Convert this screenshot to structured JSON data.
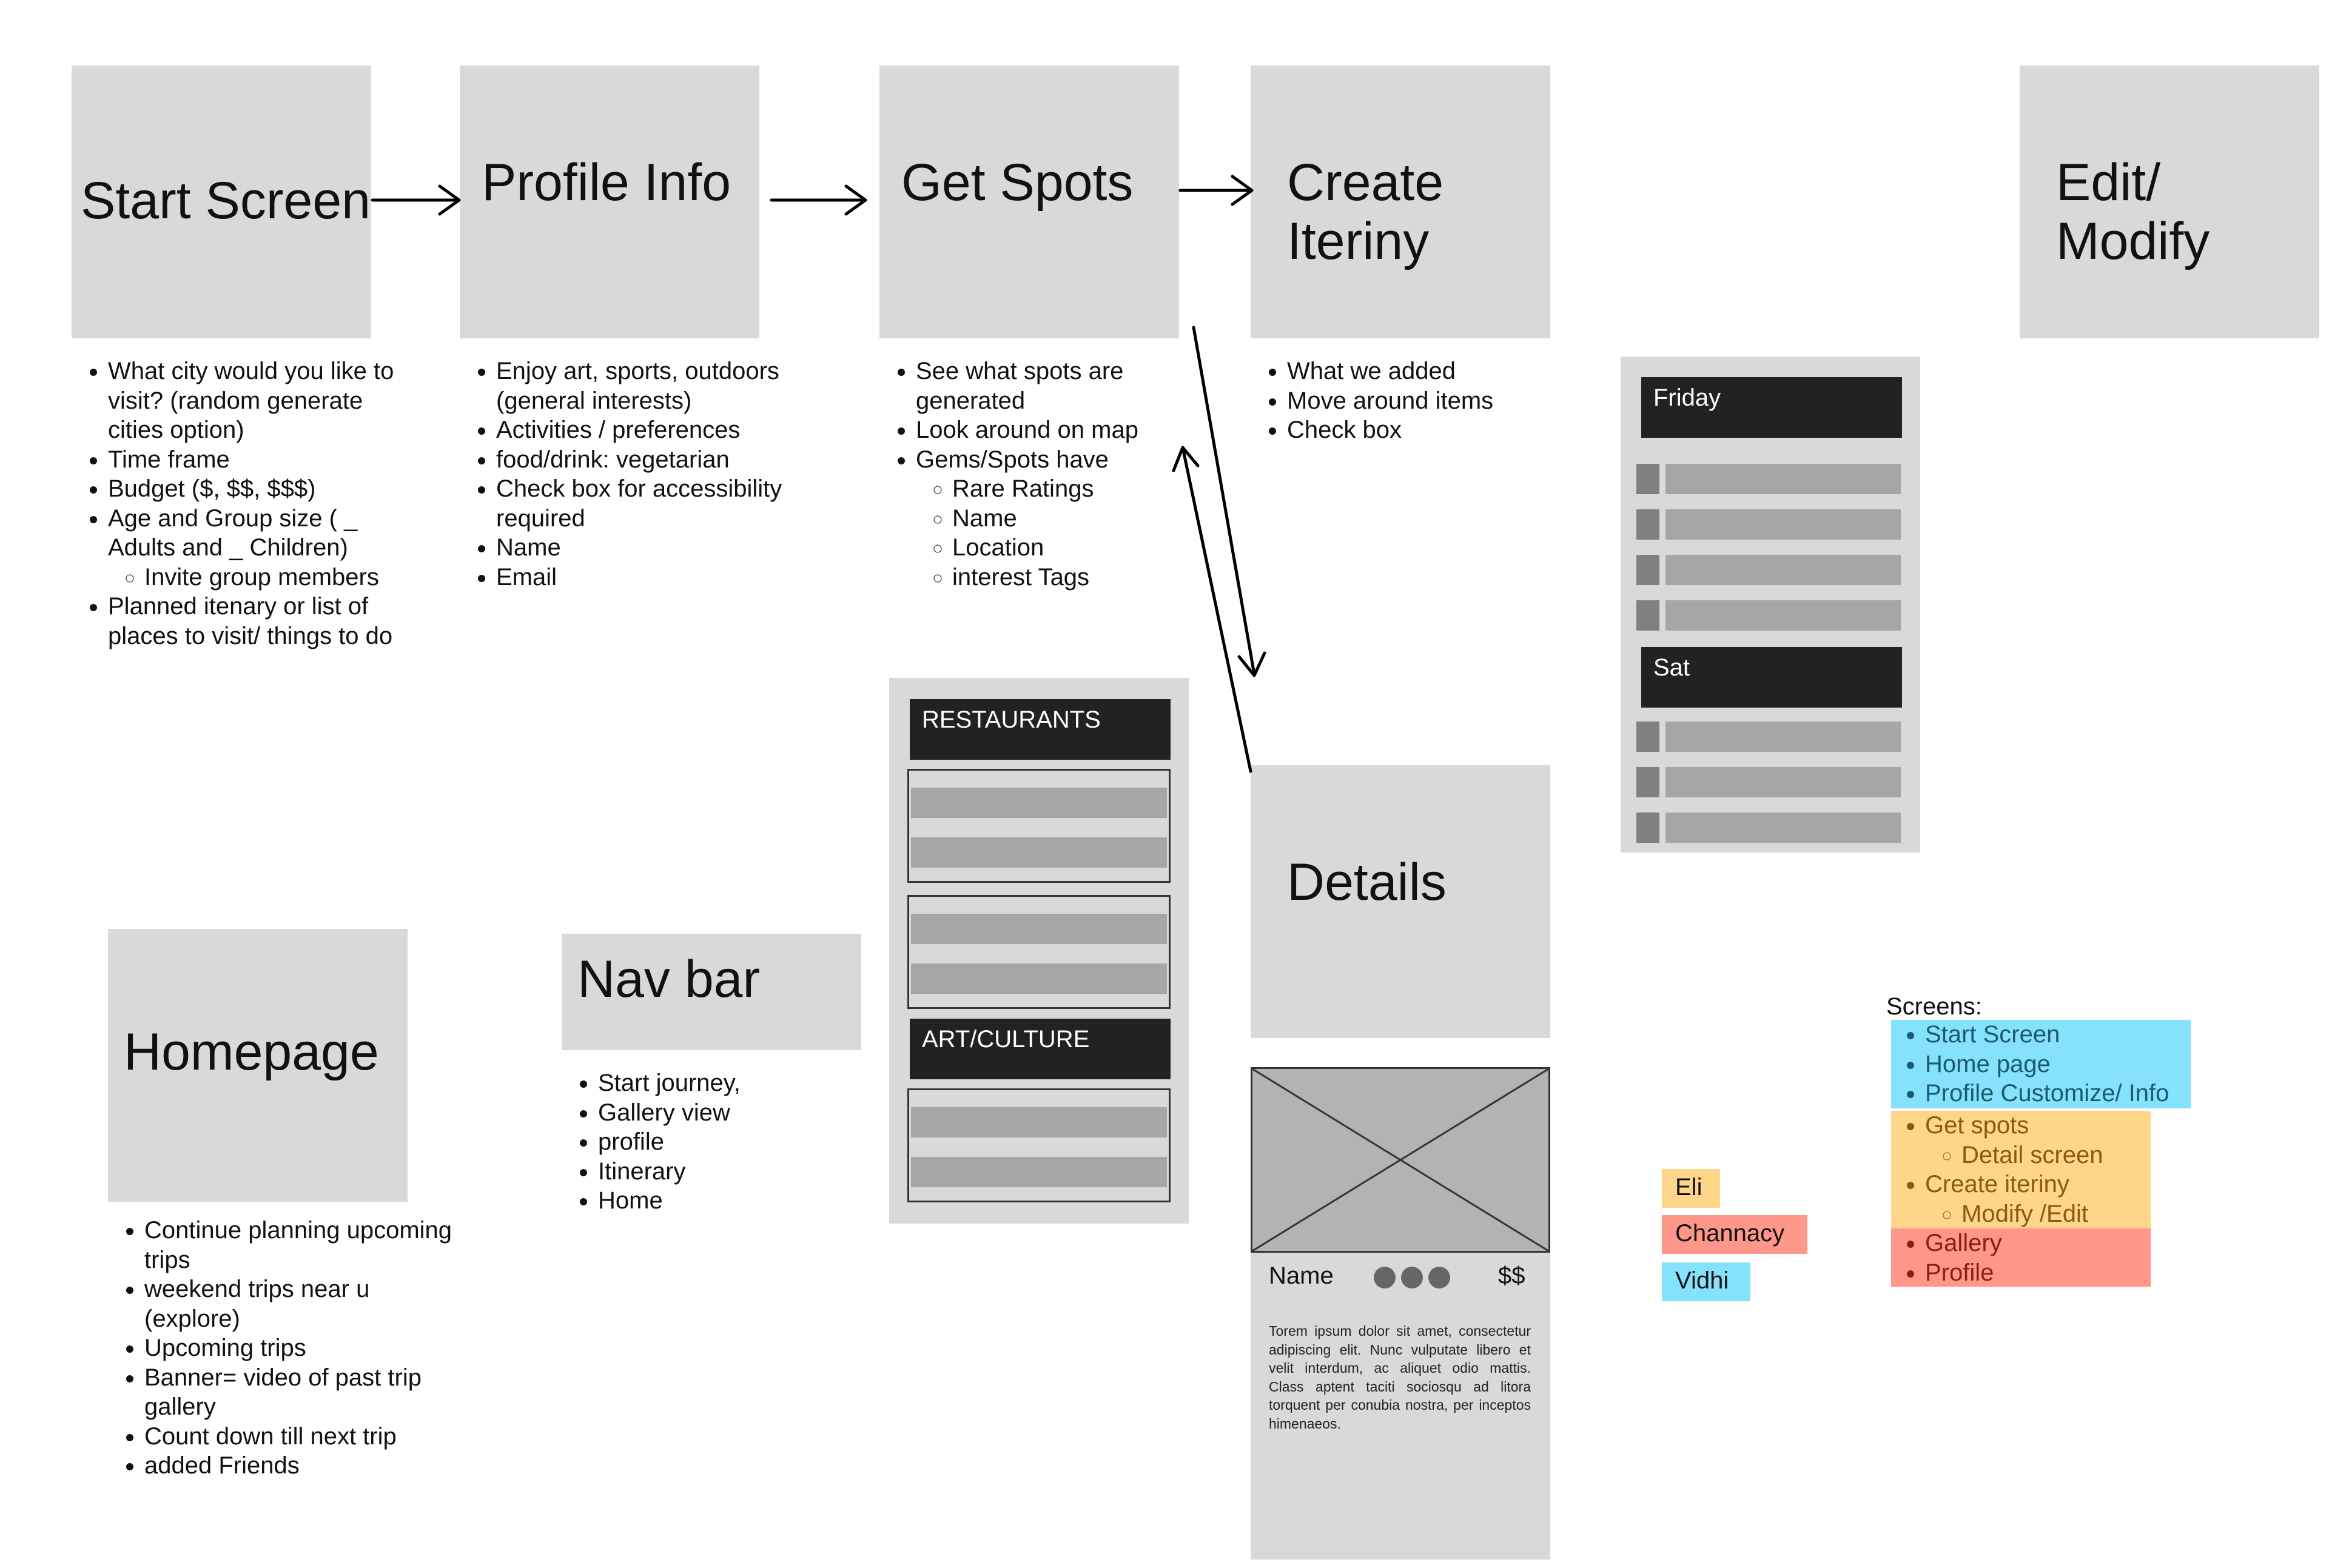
{
  "screens": {
    "start": {
      "title": "Start Screen",
      "notes": [
        "What city would you like to visit? (random generate cities option)",
        "Time frame",
        "Budget ($, $$, $$$)",
        "Age and Group size ( _ Adults and _ Children)"
      ],
      "sub_notes": [
        "Invite group members"
      ],
      "notes_after": [
        "Planned itenary or list of places to visit/ things to do"
      ]
    },
    "profile": {
      "title": "Profile Info",
      "notes": [
        "Enjoy art, sports, outdoors (general interests)",
        "Activities / preferences",
        "food/drink: vegetarian",
        "Check box for accessibility required",
        "Name",
        "Email"
      ]
    },
    "spots": {
      "title": "Get Spots",
      "notes": [
        "See what spots are generated",
        "Look around on map",
        "Gems/Spots have"
      ],
      "sub_notes": [
        "Rare Ratings",
        "Name",
        "Location",
        "interest  Tags"
      ]
    },
    "create": {
      "title": "Create\nIteriny",
      "notes": [
        "What we added",
        "Move around items",
        "Check box"
      ]
    },
    "edit": {
      "title": "Edit/\nModify"
    },
    "details": {
      "title": "Details"
    },
    "homepage": {
      "title": "Homepage",
      "notes": [
        "Continue planning upcoming trips",
        "weekend trips near u (explore)",
        "Upcoming trips",
        "Banner= video of past trip gallery",
        "Count down till next trip",
        "added Friends"
      ]
    },
    "navbar": {
      "title": "Nav bar",
      "notes": [
        "Start journey,",
        "Gallery view",
        "profile",
        "Itinerary",
        "Home"
      ]
    }
  },
  "itinerary_wireframe": {
    "day1": "Friday",
    "day2": "Sat"
  },
  "spots_wireframe": {
    "category1": "RESTAURANTS",
    "category2": "ART/CULTURE"
  },
  "detail_wireframe": {
    "name_label": "Name",
    "price_label": "$$",
    "lorem": "Torem ipsum dolor sit amet, consectetur adipiscing elit. Nunc vulputate libero et velit interdum, ac aliquet odio mattis. Class aptent taciti sociosqu ad litora torquent per conubia nostra, per inceptos himenaeos."
  },
  "team": [
    {
      "name": "Eli",
      "color": "#ffd58a"
    },
    {
      "name": "Channacy",
      "color": "#ff968a"
    },
    {
      "name": "Vidhi",
      "color": "#84e2fd"
    }
  ],
  "legend": {
    "title": "Screens:",
    "vidhi": [
      "Start Screen",
      "Home page",
      "Profile Customize/ Info"
    ],
    "eli_1": [
      "Get spots"
    ],
    "eli_1_sub": [
      "Detail screen"
    ],
    "eli_2": [
      "Create iteriny"
    ],
    "eli_2_sub": [
      "Modify /Edit"
    ],
    "channacy": [
      "Gallery",
      "Profile"
    ]
  },
  "colors": {
    "box": "#d9d9d9",
    "header": "#222222",
    "bar": "#a6a6a6",
    "yellow": "#ffd58a",
    "red": "#ff968a",
    "blue": "#84e2fd"
  }
}
